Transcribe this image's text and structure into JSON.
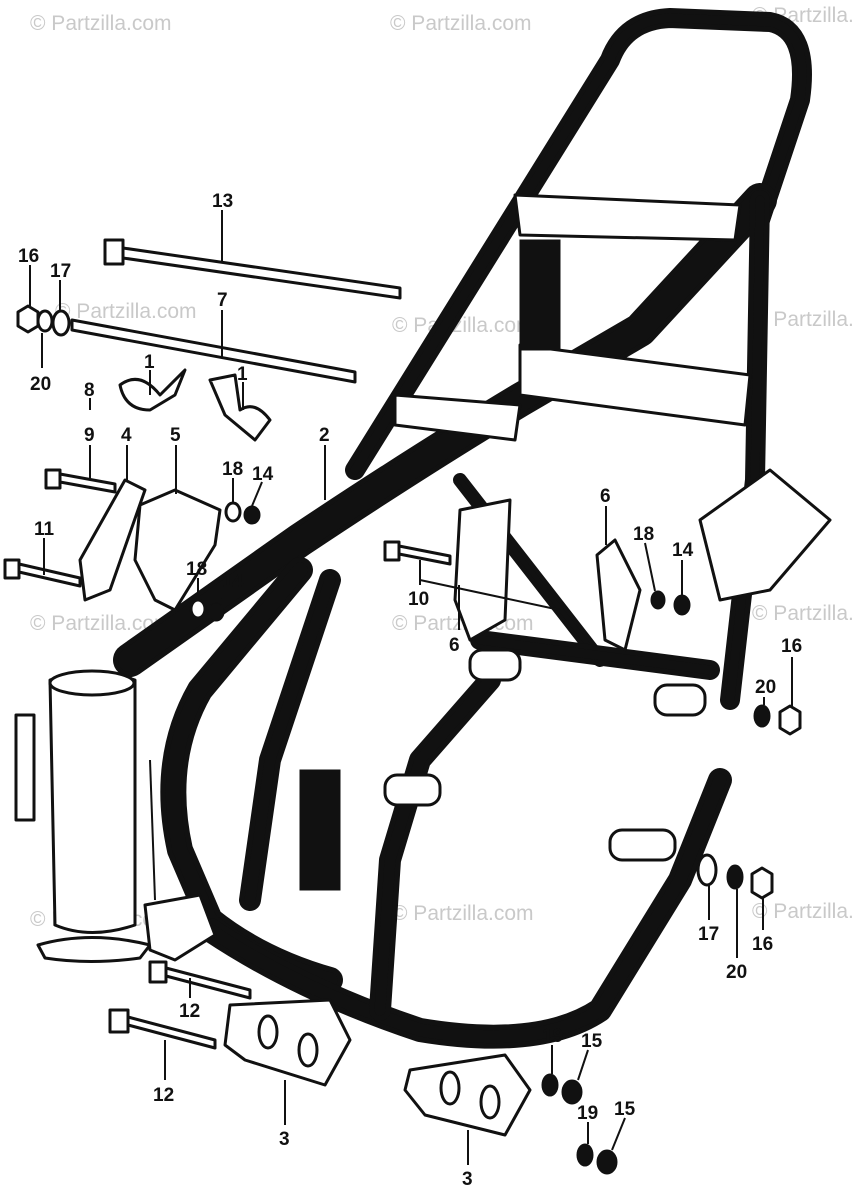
{
  "watermarks": [
    "© Partzilla.com",
    "© Partzilla.com",
    "© Partzilla.com",
    "© Partzilla.com",
    "© Partzilla.com",
    "© Partzilla.com",
    "© Partzilla.com",
    "© Partzilla.com",
    "© Partzilla.com",
    "© Partzilla.com",
    "© Partzilla.com",
    "© Partzilla.com"
  ],
  "callouts": [
    "13",
    "16",
    "17",
    "7",
    "20",
    "1",
    "1",
    "8",
    "9",
    "4",
    "5",
    "2",
    "18",
    "14",
    "11",
    "18",
    "14",
    "10",
    "6",
    "18",
    "14",
    "6",
    "16",
    "20",
    "17",
    "20",
    "16",
    "12",
    "12",
    "3",
    "19",
    "15",
    "3",
    "19",
    "15"
  ],
  "colors": {
    "line": "#111111",
    "watermark": "#c9c9c9",
    "background": "#ffffff"
  }
}
